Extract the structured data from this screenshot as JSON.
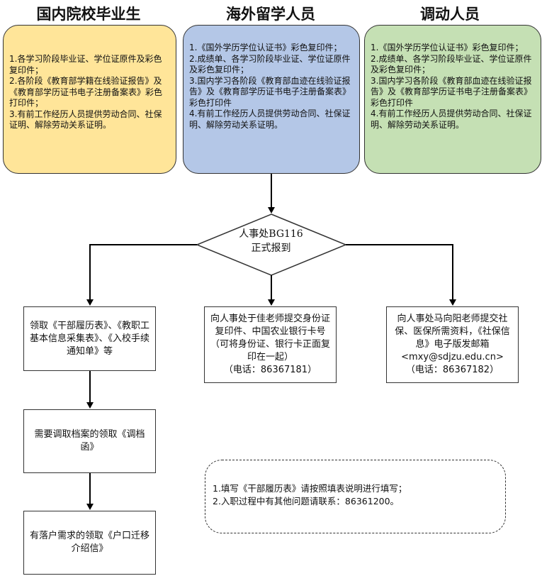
{
  "columns": [
    {
      "title": "国内院校毕业生",
      "fill": "#ffe599",
      "items": [
        "1.各学习阶段毕业证、学位证原件及彩色复印件；",
        "2.各阶段《教育部学籍在线验证报告》及《教育部学历证书电子注册备案表》彩色打印件；",
        "3.有前工作经历人员提供劳动合同、社保证明、解除劳动关系证明。"
      ]
    },
    {
      "title": "海外留学人员",
      "fill": "#b4c7e7",
      "items": [
        "1.《国外学历学位认证书》彩色复印件；",
        "2.成绩单、各学习阶段毕业证、学位证原件及彩色复印件；",
        "3.国内学习各阶段《教育部血迹在线验证报告》及《教育部学历证书电子注册备案表》彩色打印件",
        "4.有前工作经历人员提供劳动合同、社保证明、解除劳动关系证明。"
      ]
    },
    {
      "title": "调动人员",
      "fill": "#c5e0b4",
      "items": [
        "1.《国外学历学位认证书》彩色复印件；",
        "2.成绩单、各学习阶段毕业证、学位证原件及彩色复印件；",
        "3.国内学习各阶段《教育部血迹在线验证报告》及《教育部学历证书电子注册备案表》彩色打印件",
        "4.有前工作经历人员提供劳动合同、社保证明、解除劳动关系证明。"
      ]
    }
  ],
  "decision": {
    "line1": "人事处BG116",
    "line2": "正式报到"
  },
  "steps": {
    "left1": "领取《干部履历表》、《教职工基本信息采集表》、《入校手续通知单》等",
    "left2": "需要调取档案的领取《调档函》",
    "left3": "有落户需求的领取《户口迁移介绍信》",
    "middle": {
      "text": "向人事处于佳老师提交身份证复印件、中国农业银行卡号（可将身份证、银行卡正面复印在一起）",
      "phone": "（电话：86367181）"
    },
    "right": {
      "text": "向人事处马向阳老师提交社保、医保所需资料，《社保信息》电子版发邮箱<mxy@sdjzu.edu.cn>",
      "phone": "（电话：86367182）"
    }
  },
  "notes": [
    "1.填写《干部履历表》请按照填表说明进行填写；",
    "2.入职过程中有其他问题请联系：86361200。"
  ]
}
